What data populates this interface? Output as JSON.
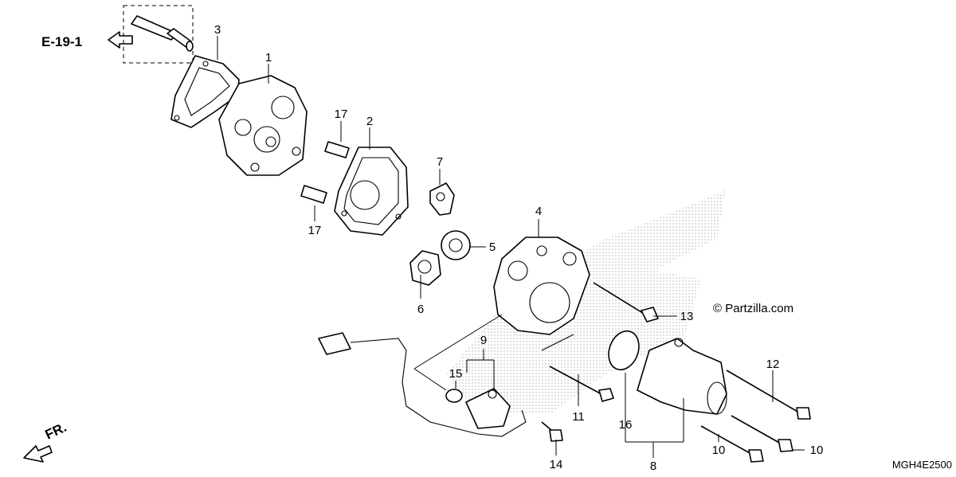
{
  "reference": "E-19-1",
  "diagram_code": "MGH4E2500",
  "watermark": "© Partzilla.com",
  "front_marker": "FR.",
  "callouts": {
    "c1": "1",
    "c2": "2",
    "c3": "3",
    "c4": "4",
    "c5": "5",
    "c6": "6",
    "c7": "7",
    "c8": "8",
    "c9": "9",
    "c10a": "10",
    "c10b": "10",
    "c11": "11",
    "c12": "12",
    "c13": "13",
    "c14": "14",
    "c15": "15",
    "c16": "16",
    "c17a": "17",
    "c17b": "17"
  },
  "colors": {
    "line": "#000000",
    "background": "#ffffff",
    "watermark": "#c8c8c8"
  }
}
